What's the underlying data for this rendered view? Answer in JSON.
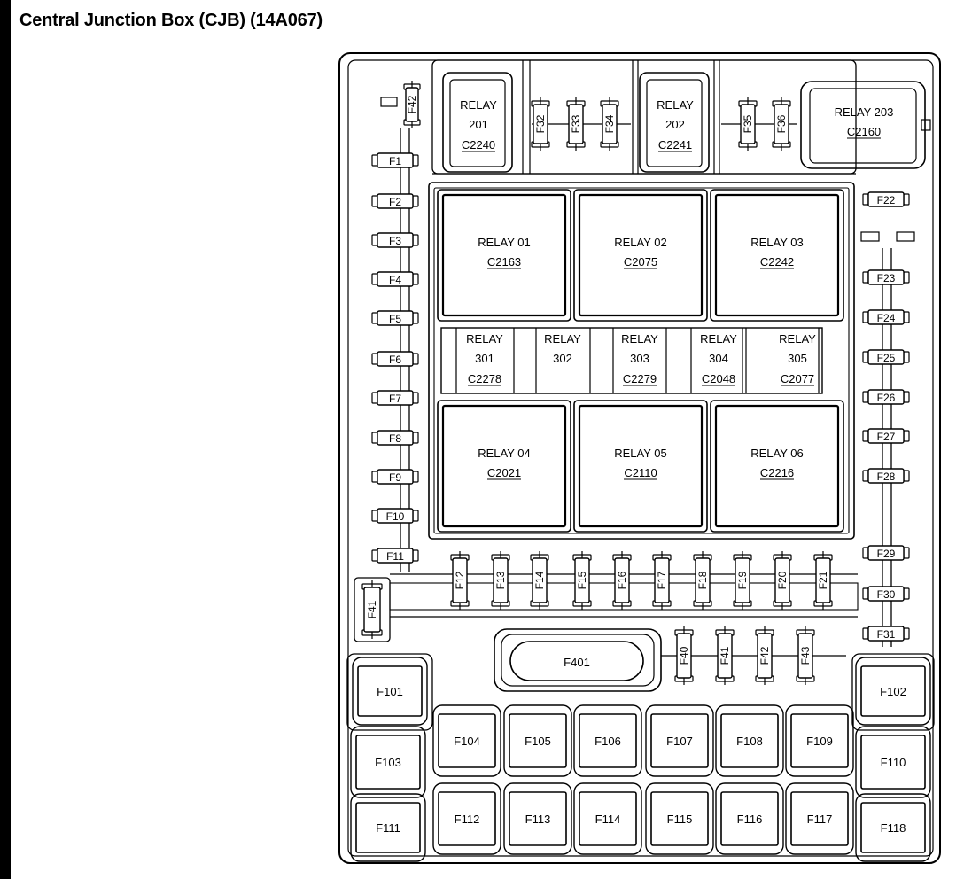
{
  "title": "Central Junction Box (CJB) (14A067)",
  "top_relays": [
    {
      "line1": "RELAY",
      "line2": "201",
      "connector": "C2240"
    },
    {
      "line1": "RELAY",
      "line2": "202",
      "connector": "C2241"
    },
    {
      "line1": "RELAY 203",
      "line2": "",
      "connector": "C2160"
    }
  ],
  "large_relays": [
    {
      "label": "RELAY 01",
      "connector": "C2163"
    },
    {
      "label": "RELAY 02",
      "connector": "C2075"
    },
    {
      "label": "RELAY 03",
      "connector": "C2242"
    },
    {
      "label": "RELAY 04",
      "connector": "C2021"
    },
    {
      "label": "RELAY 05",
      "connector": "C2110"
    },
    {
      "label": "RELAY 06",
      "connector": "C2216"
    }
  ],
  "middle_relays": [
    {
      "line1": "RELAY",
      "line2": "301",
      "connector": "C2278"
    },
    {
      "line1": "RELAY",
      "line2": "302",
      "connector": ""
    },
    {
      "line1": "RELAY",
      "line2": "303",
      "connector": "C2279"
    },
    {
      "line1": "RELAY",
      "line2": "304",
      "connector": "C2048"
    },
    {
      "line1": "RELAY",
      "line2": "305",
      "connector": "C2077"
    }
  ],
  "fuses_top": [
    "F42",
    "F32",
    "F33",
    "F34",
    "F35",
    "F36"
  ],
  "fuses_left": [
    "F1",
    "F2",
    "F3",
    "F4",
    "F5",
    "F6",
    "F7",
    "F8",
    "F9",
    "F10",
    "F11"
  ],
  "fuses_right": [
    "F22",
    "F23",
    "F24",
    "F25",
    "F26",
    "F27",
    "F28",
    "F29",
    "F30",
    "F31"
  ],
  "fuses_row": [
    "F12",
    "F13",
    "F14",
    "F15",
    "F16",
    "F17",
    "F18",
    "F19",
    "F20",
    "F21"
  ],
  "fuse_left_vertical": "F41",
  "fuse_f401": "F401",
  "fuses_lower": [
    "F40",
    "F41",
    "F42",
    "F43"
  ],
  "maxi_fuses_row1": [
    "F101",
    "F102"
  ],
  "maxi_fuses_row2": [
    "F104",
    "F105",
    "F106",
    "F107",
    "F108",
    "F109"
  ],
  "maxi_fuses_row3": [
    "F103",
    "F110"
  ],
  "maxi_fuses_row4": [
    "F112",
    "F113",
    "F114",
    "F115",
    "F116",
    "F117"
  ],
  "maxi_fuses_row5": [
    "F111",
    "F118"
  ]
}
